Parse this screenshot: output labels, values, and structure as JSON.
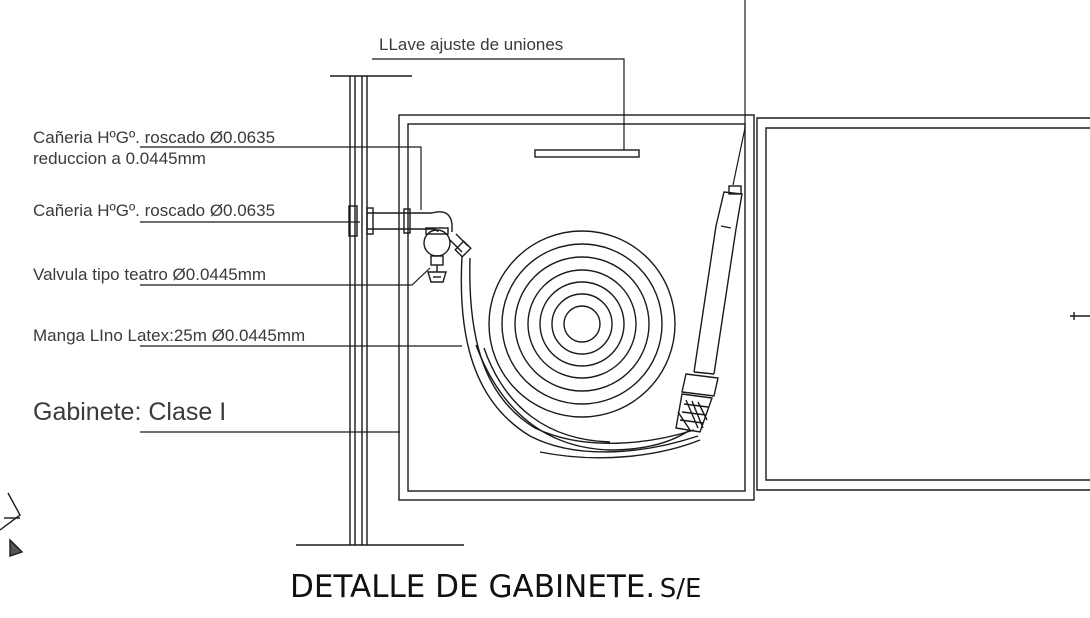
{
  "labels": {
    "llave": "LLave ajuste de uniones",
    "caneria_reduccion_line1": "Cañeria HºGº. roscado Ø0.0635",
    "caneria_reduccion_line2": "reduccion a 0.0445mm",
    "caneria": "Cañeria HºGº. roscado Ø0.0635",
    "valvula": "Valvula tipo teatro Ø0.0445mm",
    "manga": "Manga LIno Latex:25m Ø0.0445mm",
    "gabinete": "Gabinete: Clase I"
  },
  "title": {
    "main": "DETALLE DE GABINETE.",
    "scale": "S/E"
  },
  "colors": {
    "line": "#1a1a1a",
    "text": "#3a3a3a",
    "title": "#111111"
  }
}
